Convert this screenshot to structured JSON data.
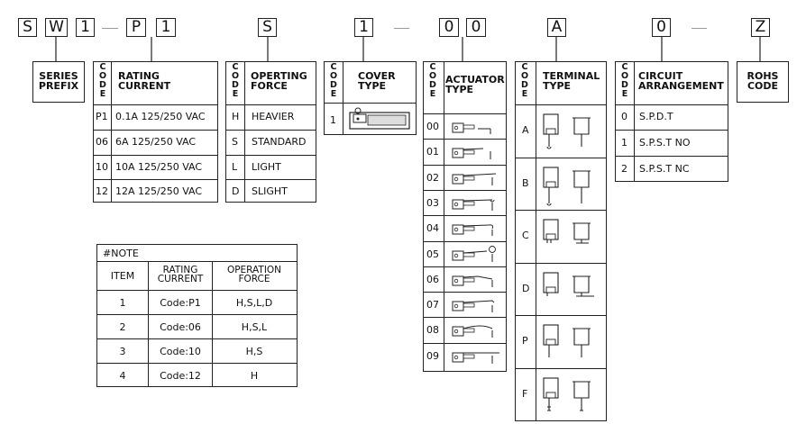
{
  "part_number": {
    "chars": [
      "S",
      "W",
      "1",
      "P",
      "1",
      "S",
      "1",
      "0",
      "0",
      "A",
      "0",
      "Z"
    ]
  },
  "code_label": "CODE",
  "series_prefix": {
    "label": "SERIES PREFIX"
  },
  "rohs_code": {
    "label": "ROHS CODE"
  },
  "rating_current": {
    "header": "RATING CURRENT",
    "rows": [
      {
        "code": "P1",
        "value": "0.1A 125/250 VAC"
      },
      {
        "code": "06",
        "value": "6A 125/250 VAC"
      },
      {
        "code": "10",
        "value": "10A 125/250 VAC"
      },
      {
        "code": "12",
        "value": "12A 125/250 VAC"
      }
    ]
  },
  "operating_force": {
    "header": "OPERTING FORCE",
    "rows": [
      {
        "code": "H",
        "value": "HEAVIER"
      },
      {
        "code": "S",
        "value": "STANDARD"
      },
      {
        "code": "L",
        "value": "LIGHT"
      },
      {
        "code": "D",
        "value": "SLIGHT"
      }
    ]
  },
  "cover_type": {
    "header": "COVER TYPE",
    "rows": [
      {
        "code": "1",
        "icon": "cover-switch-icon"
      }
    ]
  },
  "actuator_type": {
    "header": "ACTUATOR TYPE",
    "rows": [
      {
        "code": "00",
        "icon": "actuator-pin-plunger-icon"
      },
      {
        "code": "01",
        "icon": "actuator-short-lever-icon"
      },
      {
        "code": "02",
        "icon": "actuator-long-lever-icon"
      },
      {
        "code": "03",
        "icon": "actuator-simulated-roller-icon"
      },
      {
        "code": "04",
        "icon": "actuator-hook-lever-icon"
      },
      {
        "code": "05",
        "icon": "actuator-roller-lever-icon"
      },
      {
        "code": "06",
        "icon": "actuator-bent-lever-icon"
      },
      {
        "code": "07",
        "icon": "actuator-double-bent-lever-icon"
      },
      {
        "code": "08",
        "icon": "actuator-curved-lever-icon"
      },
      {
        "code": "09",
        "icon": "actuator-extended-lever-icon"
      }
    ]
  },
  "terminal_type": {
    "header": "TERMINAL TYPE",
    "rows": [
      {
        "code": "A",
        "icon": "terminal-solder-icon"
      },
      {
        "code": "B",
        "icon": "terminal-pcb-icon"
      },
      {
        "code": "C",
        "icon": "terminal-right-angle-icon"
      },
      {
        "code": "D",
        "icon": "terminal-left-angle-icon"
      },
      {
        "code": "P",
        "icon": "terminal-straight-pin-icon"
      },
      {
        "code": "F",
        "icon": "terminal-quick-connect-icon"
      }
    ]
  },
  "circuit_arrangement": {
    "header": "CIRCUIT ARRANGEMENT",
    "rows": [
      {
        "code": "0",
        "value": "S.P.D.T"
      },
      {
        "code": "1",
        "value": "S.P.S.T NO"
      },
      {
        "code": "2",
        "value": "S.P.S.T NC"
      }
    ]
  },
  "note": {
    "title": "#NOTE",
    "headers": [
      "ITEM",
      "RATING CURRENT",
      "OPERATION FORCE"
    ],
    "rows": [
      [
        "1",
        "Code:P1",
        "H,S,L,D"
      ],
      [
        "2",
        "Code:06",
        "H,S,L"
      ],
      [
        "3",
        "Code:10",
        "H,S"
      ],
      [
        "4",
        "Code:12",
        "H"
      ]
    ]
  }
}
